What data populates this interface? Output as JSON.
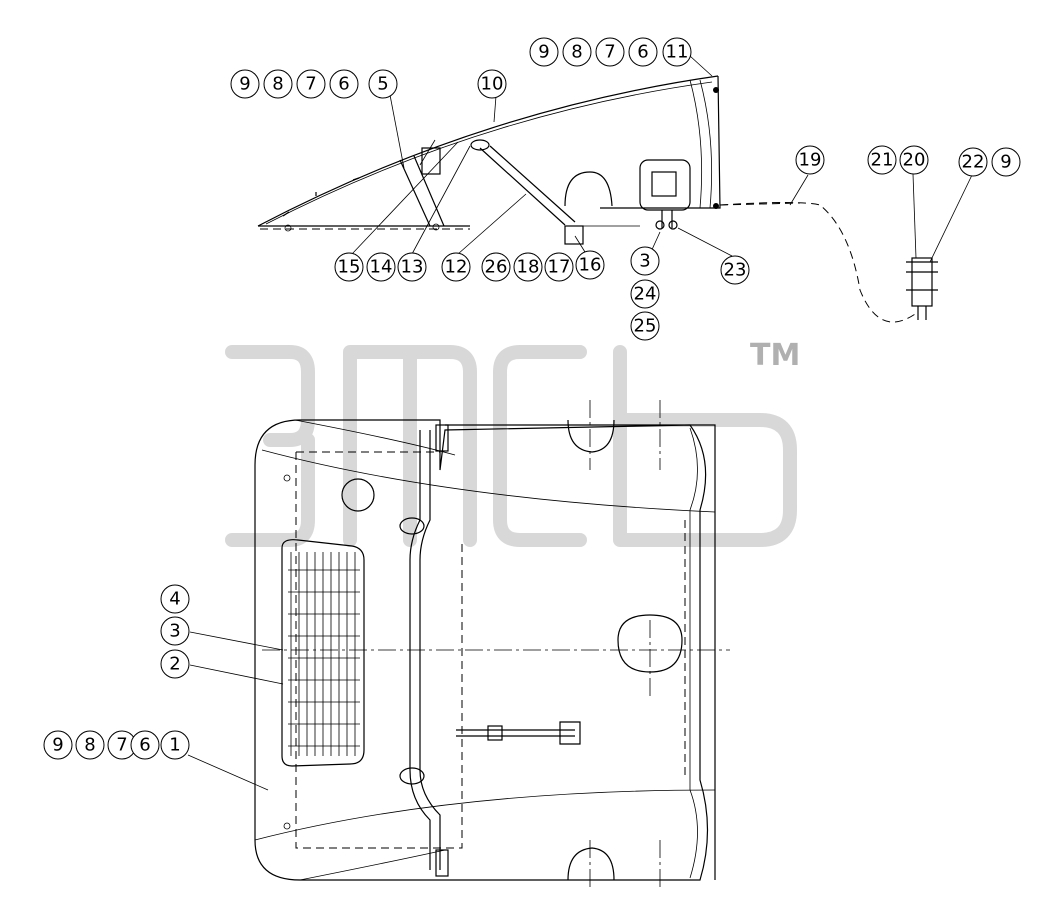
{
  "watermark": {
    "trademark": "TM"
  },
  "balloons": {
    "top_right_group": [
      "9",
      "8",
      "7",
      "6",
      "11"
    ],
    "top_left_group": [
      "9",
      "8",
      "7",
      "6",
      "5"
    ],
    "part_10": "10",
    "part_19": "19",
    "hinge_group": [
      "21",
      "20"
    ],
    "fastener_group": [
      "22",
      "9"
    ],
    "bottom_left_group": [
      "15",
      "14",
      "13"
    ],
    "part_12": "12",
    "strut_group": [
      "26",
      "18",
      "17",
      "16"
    ],
    "stack_under_latch": [
      "3",
      "24",
      "25"
    ],
    "part_23": "23",
    "panel_labels": [
      "4",
      "3",
      "2"
    ],
    "door_group": [
      "9",
      "8",
      "7",
      "6",
      "1"
    ]
  }
}
